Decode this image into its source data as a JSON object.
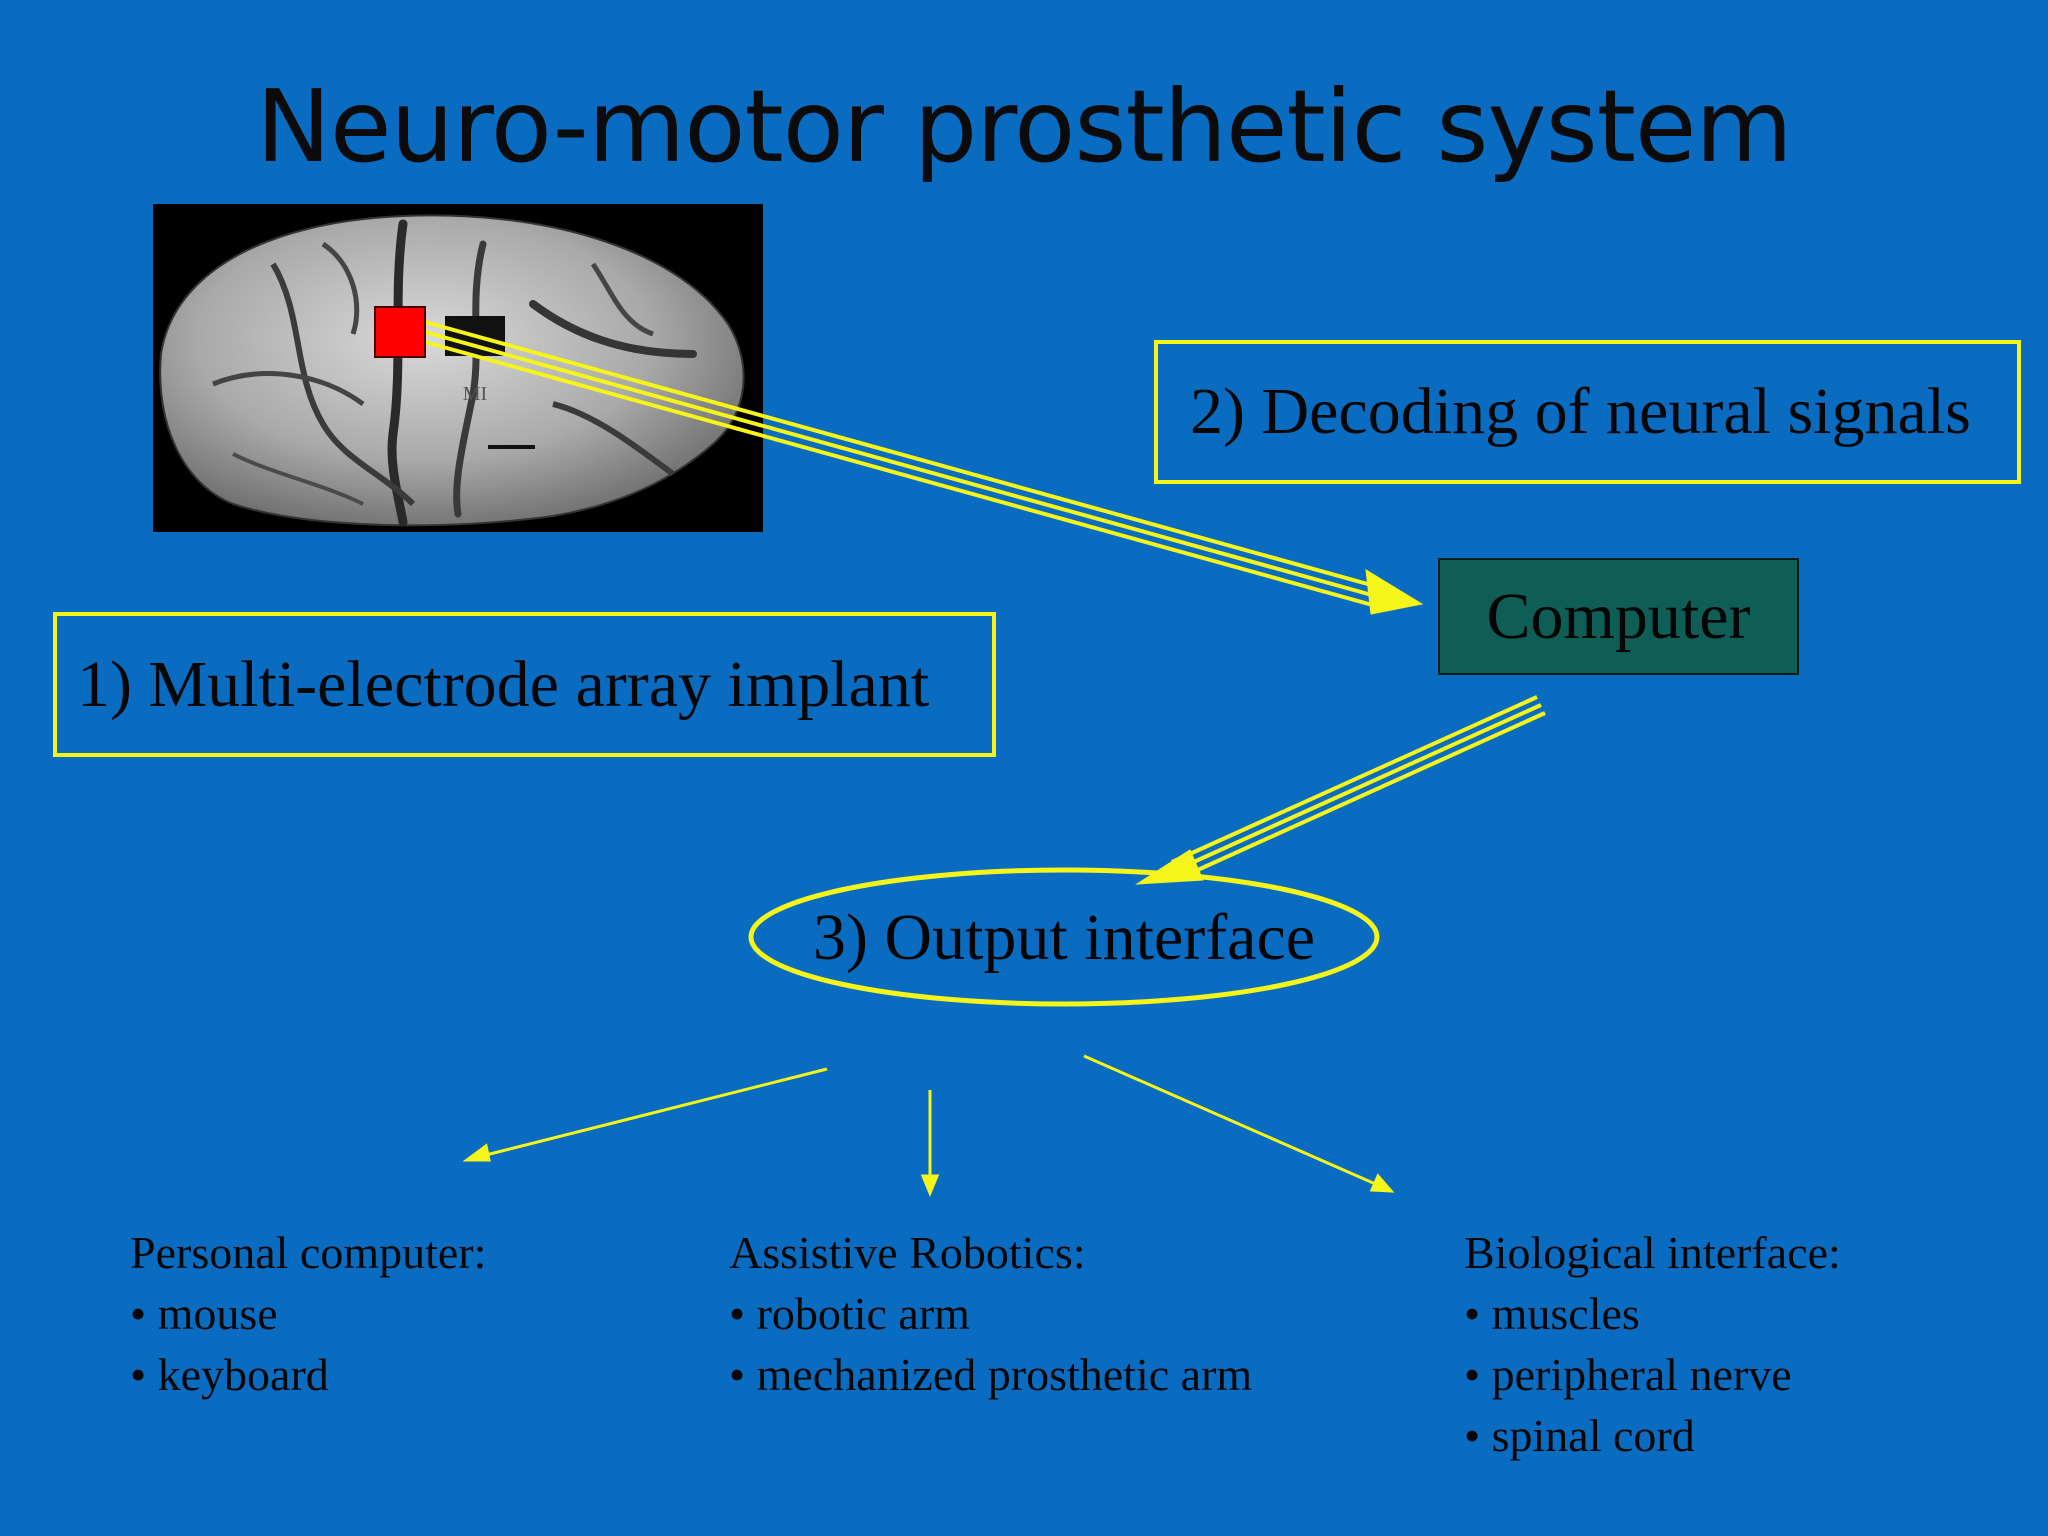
{
  "slide": {
    "title": "Neuro-motor prosthetic system",
    "background_color": "#0a6cc0",
    "accent_color": "#f5f51a",
    "implant_marker_color": "#ff0000",
    "computer_box_color": "#0e5e56"
  },
  "brain_image": {
    "area_label": "MI"
  },
  "steps": {
    "implant": "1) Multi-electrode array implant",
    "decoding": "2) Decoding of neural signals",
    "computer": "Computer",
    "output": "3) Output interface"
  },
  "categories": [
    {
      "heading": "Personal computer:",
      "items": [
        "mouse",
        "keyboard"
      ]
    },
    {
      "heading": "Assistive Robotics:",
      "items": [
        "robotic arm",
        "mechanized prosthetic arm"
      ]
    },
    {
      "heading": "Biological interface:",
      "items": [
        "muscles",
        "peripheral nerve",
        "spinal cord"
      ]
    }
  ]
}
